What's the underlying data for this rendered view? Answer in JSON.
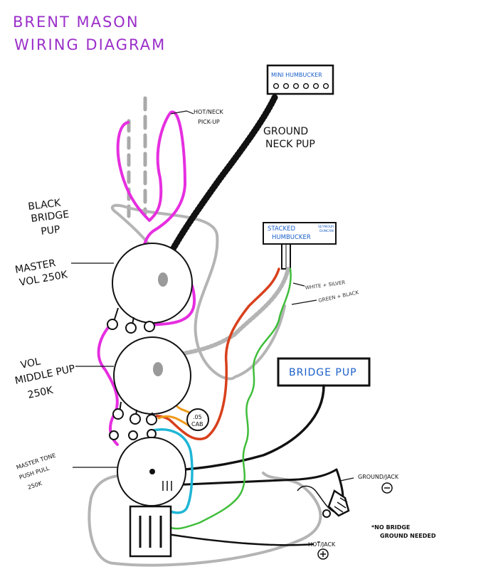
{
  "title": {
    "line1": "BRENT  MASON",
    "line2": "WIRING  DIAGRAM"
  },
  "boxes": {
    "mini_humbucker": "MINI HUMBUCKER",
    "stacked_humbucker_line1": "STACKED",
    "stacked_humbucker_line2": "HUMBUCKER",
    "stacked_note_line1": "SEYMOUR",
    "stacked_note_line2": "DUNCAN",
    "bridge_pup": "BRIDGE  PUP"
  },
  "labels": {
    "hot_neck_line1": "HOT/NECK",
    "hot_neck_line2": "PICK-UP",
    "ground_neck_line1": "GROUND",
    "ground_neck_line2": "NECK PUP",
    "black_bridge_line1": "BLACK",
    "black_bridge_line2": "BRIDGE",
    "black_bridge_line3": "PUP",
    "master_vol_line1": "MASTER",
    "master_vol_line2": "VOL 250K",
    "vol_middle_line1": "VOL",
    "vol_middle_line2": "MIDDLE PUP",
    "vol_middle_line3": "250K",
    "master_tone_line1": "MASTER TONE",
    "master_tone_line2": "PUSH PULL",
    "master_tone_line3": "250K",
    "white_silver": "WHITE + SILVER",
    "green_black": "GREEN + BLACK",
    "cap_line1": ".05",
    "cap_line2": "CAB",
    "ground_jack": "GROUND/JACK",
    "hot_jack": "HOT/JACK",
    "no_bridge_line1": "*NO BRIDGE",
    "no_bridge_line2": "GROUND NEEDED"
  },
  "colors": {
    "title": "#9b2fc9",
    "magenta_wire": "#e62ee0",
    "black_wire": "#111111",
    "gray_wire": "#b4b4b4",
    "red_wire": "#d8401c",
    "green_wire": "#3fbd3a",
    "cyan_wire": "#1fb6d6",
    "orange_wire": "#ef9a1a",
    "box_text": "#1a5fc9"
  }
}
